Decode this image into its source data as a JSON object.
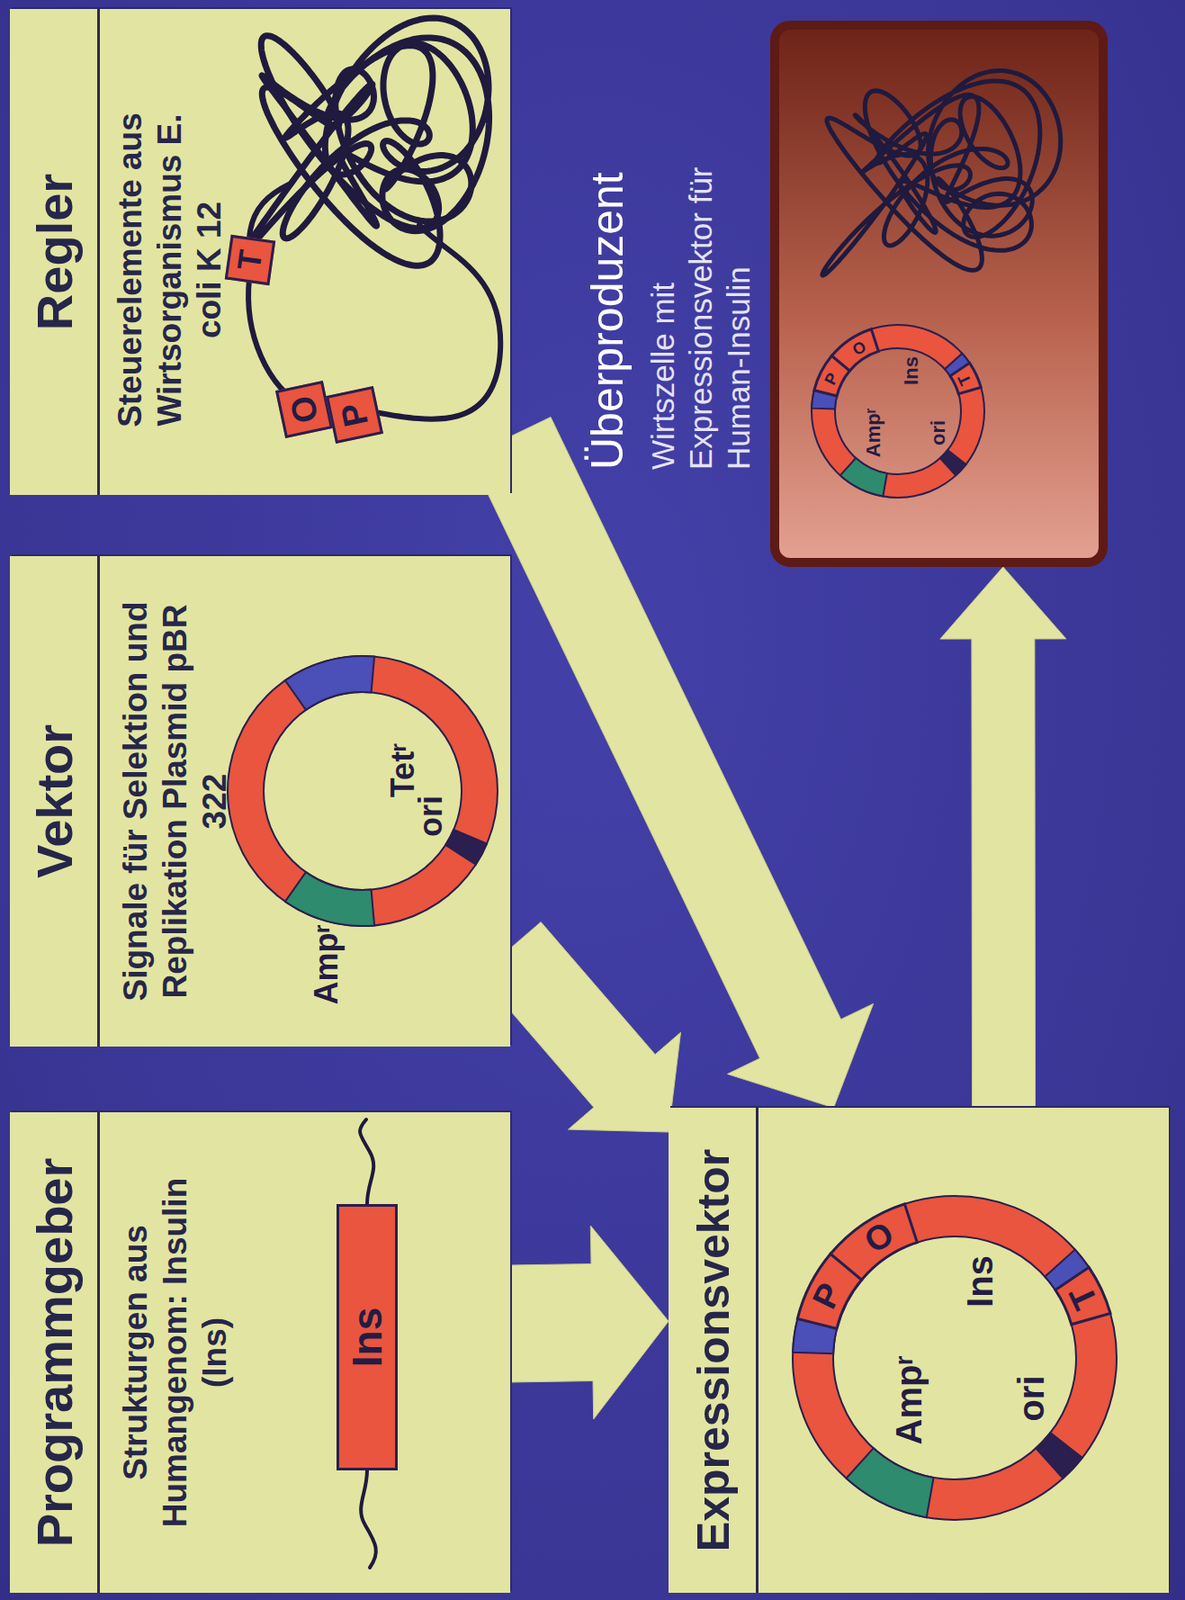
{
  "diagram": {
    "nodes": [
      {
        "text": [
          "Programmgeber",
          "Strukturgen aus Humangenom: Insulin (Ins)"
        ]
      },
      {
        "text": [
          "Ins"
        ],
        "in": 0
      },
      {
        "text": [
          "Vektor",
          "Signale für Selektion und Replikation Plasmid pBR 322"
        ]
      },
      {
        "text": [
          "Regler",
          "Steuerelemente aus Wirtsorganismus E. coli K 12"
        ]
      },
      {
        "text": [
          "O"
        ],
        "in": 3
      },
      {
        "text": [
          "P"
        ],
        "in": 3
      },
      {
        "text": [
          "T"
        ],
        "in": 3
      },
      {
        "text": [
          "Expressionsvektor"
        ]
      },
      {
        "text": [
          "Überproduzent",
          "Wirtszelle mit Expressionsvektor für Human-Insulin"
        ]
      }
    ],
    "edges": [
      {
        "from": 0,
        "to": 7,
        "arrow": "to"
      },
      {
        "from": 2,
        "to": 7,
        "arrow": "to"
      },
      {
        "from": 3,
        "to": 7,
        "arrow": "to"
      },
      {
        "from": 7,
        "to": 8,
        "arrow": "to"
      }
    ],
    "labels": [
      "Ampʳ",
      "Tetʳ",
      "ori",
      "P",
      "O",
      "T",
      "Ampʳ",
      "Ins",
      "ori",
      "P",
      "O",
      "T",
      "Ampʳ",
      "Ins",
      "ori"
    ]
  }
}
